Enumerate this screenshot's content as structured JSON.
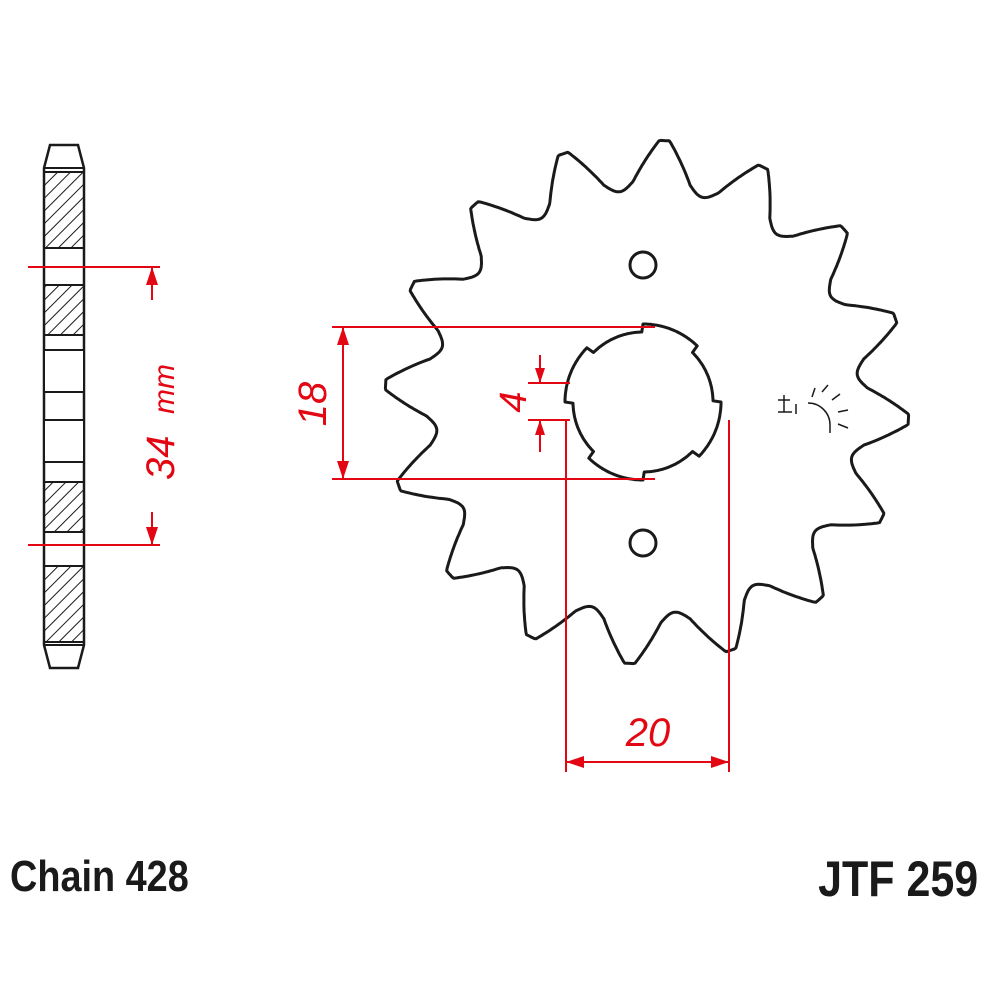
{
  "colors": {
    "outline": "#1a1a1a",
    "dimension": "#e30613",
    "hatch": "#1a1a1a",
    "background": "#ffffff"
  },
  "dimensions": {
    "side_width": "34",
    "side_unit": "mm",
    "spline_diameter": "18",
    "key_width": "4",
    "bore_offset": "20"
  },
  "caption": {
    "chain": "Chain 428",
    "part_number": "JTF 259"
  },
  "sprocket": {
    "teeth": 16
  }
}
